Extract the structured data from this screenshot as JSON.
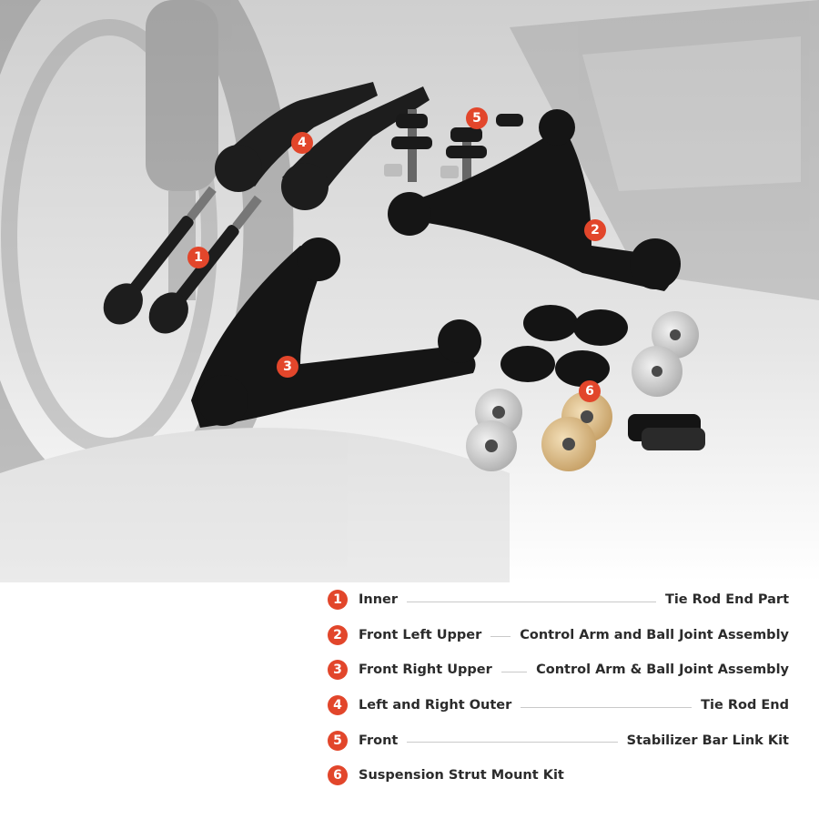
{
  "legend": [
    {
      "num": "1",
      "left": "Inner",
      "right": "Tie Rod End Part"
    },
    {
      "num": "2",
      "left": "Front Left Upper",
      "right": "Control Arm and Ball Joint Assembly"
    },
    {
      "num": "3",
      "left": "Front Right Upper",
      "right": "Control Arm & Ball Joint Assembly"
    },
    {
      "num": "4",
      "left": "Left and Right Outer",
      "right": "Tie Rod End"
    },
    {
      "num": "5",
      "left": "Front",
      "right": "Stabilizer Bar Link Kit"
    },
    {
      "num": "6",
      "left": "Suspension Strut Mount Kit",
      "right": ""
    }
  ],
  "callouts": [
    "1",
    "2",
    "3",
    "4",
    "5",
    "6"
  ],
  "colors": {
    "accent": "#e2462b",
    "part": "#1d1d1d",
    "text": "#2b2b2b"
  }
}
